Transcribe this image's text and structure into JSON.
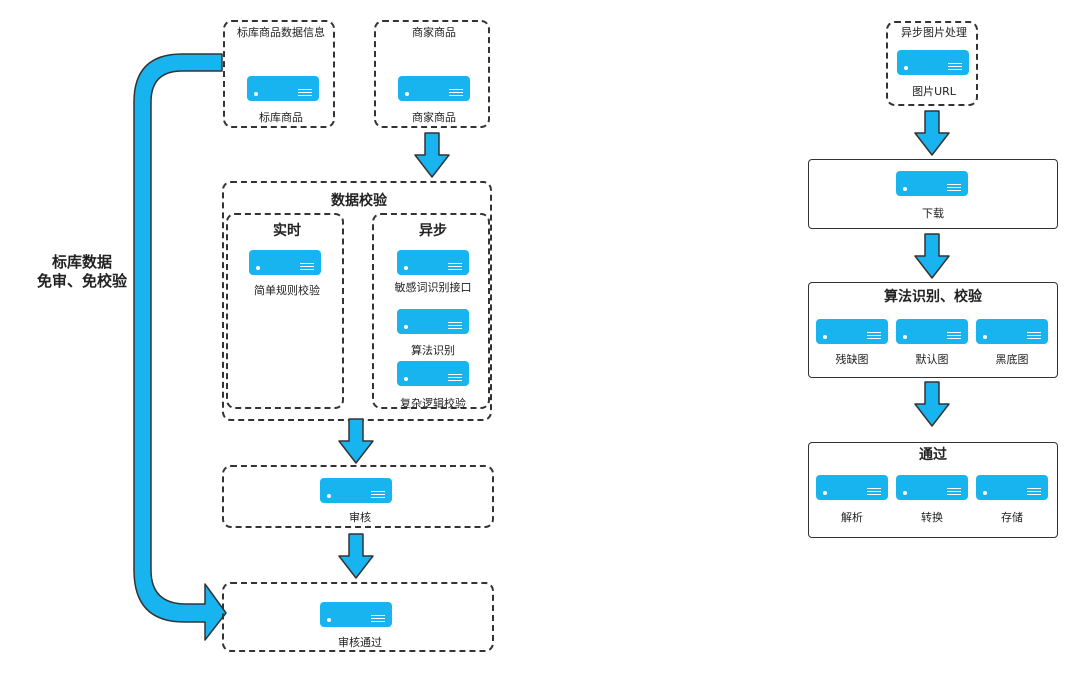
{
  "left": {
    "std_data_info": {
      "title": "标库商品数据信息",
      "item": "标库商品"
    },
    "merchant": {
      "title": "商家商品",
      "item": "商家商品"
    },
    "side_note": {
      "line1": "标库数据",
      "line2": "免审、免校验"
    },
    "validation": {
      "title": "数据校验",
      "realtime": {
        "title": "实时",
        "item": "简单规则校验"
      },
      "async": {
        "title": "异步",
        "items": [
          "敏感词识别接口",
          "算法识别",
          "复杂逻辑校验"
        ]
      }
    },
    "review": {
      "item": "审核"
    },
    "approved": {
      "item": "审核通过"
    }
  },
  "right": {
    "async_image": {
      "title": "异步图片处理",
      "item": "图片URL"
    },
    "download": {
      "item": "下载"
    },
    "algorithm": {
      "title": "算法识别、校验",
      "items": [
        "残缺图",
        "默认图",
        "黑底图"
      ]
    },
    "pass": {
      "title": "通过",
      "items": [
        "解析",
        "转换",
        "存储"
      ]
    }
  },
  "colors": {
    "accent": "#18b4ef",
    "stroke": "#333333"
  }
}
